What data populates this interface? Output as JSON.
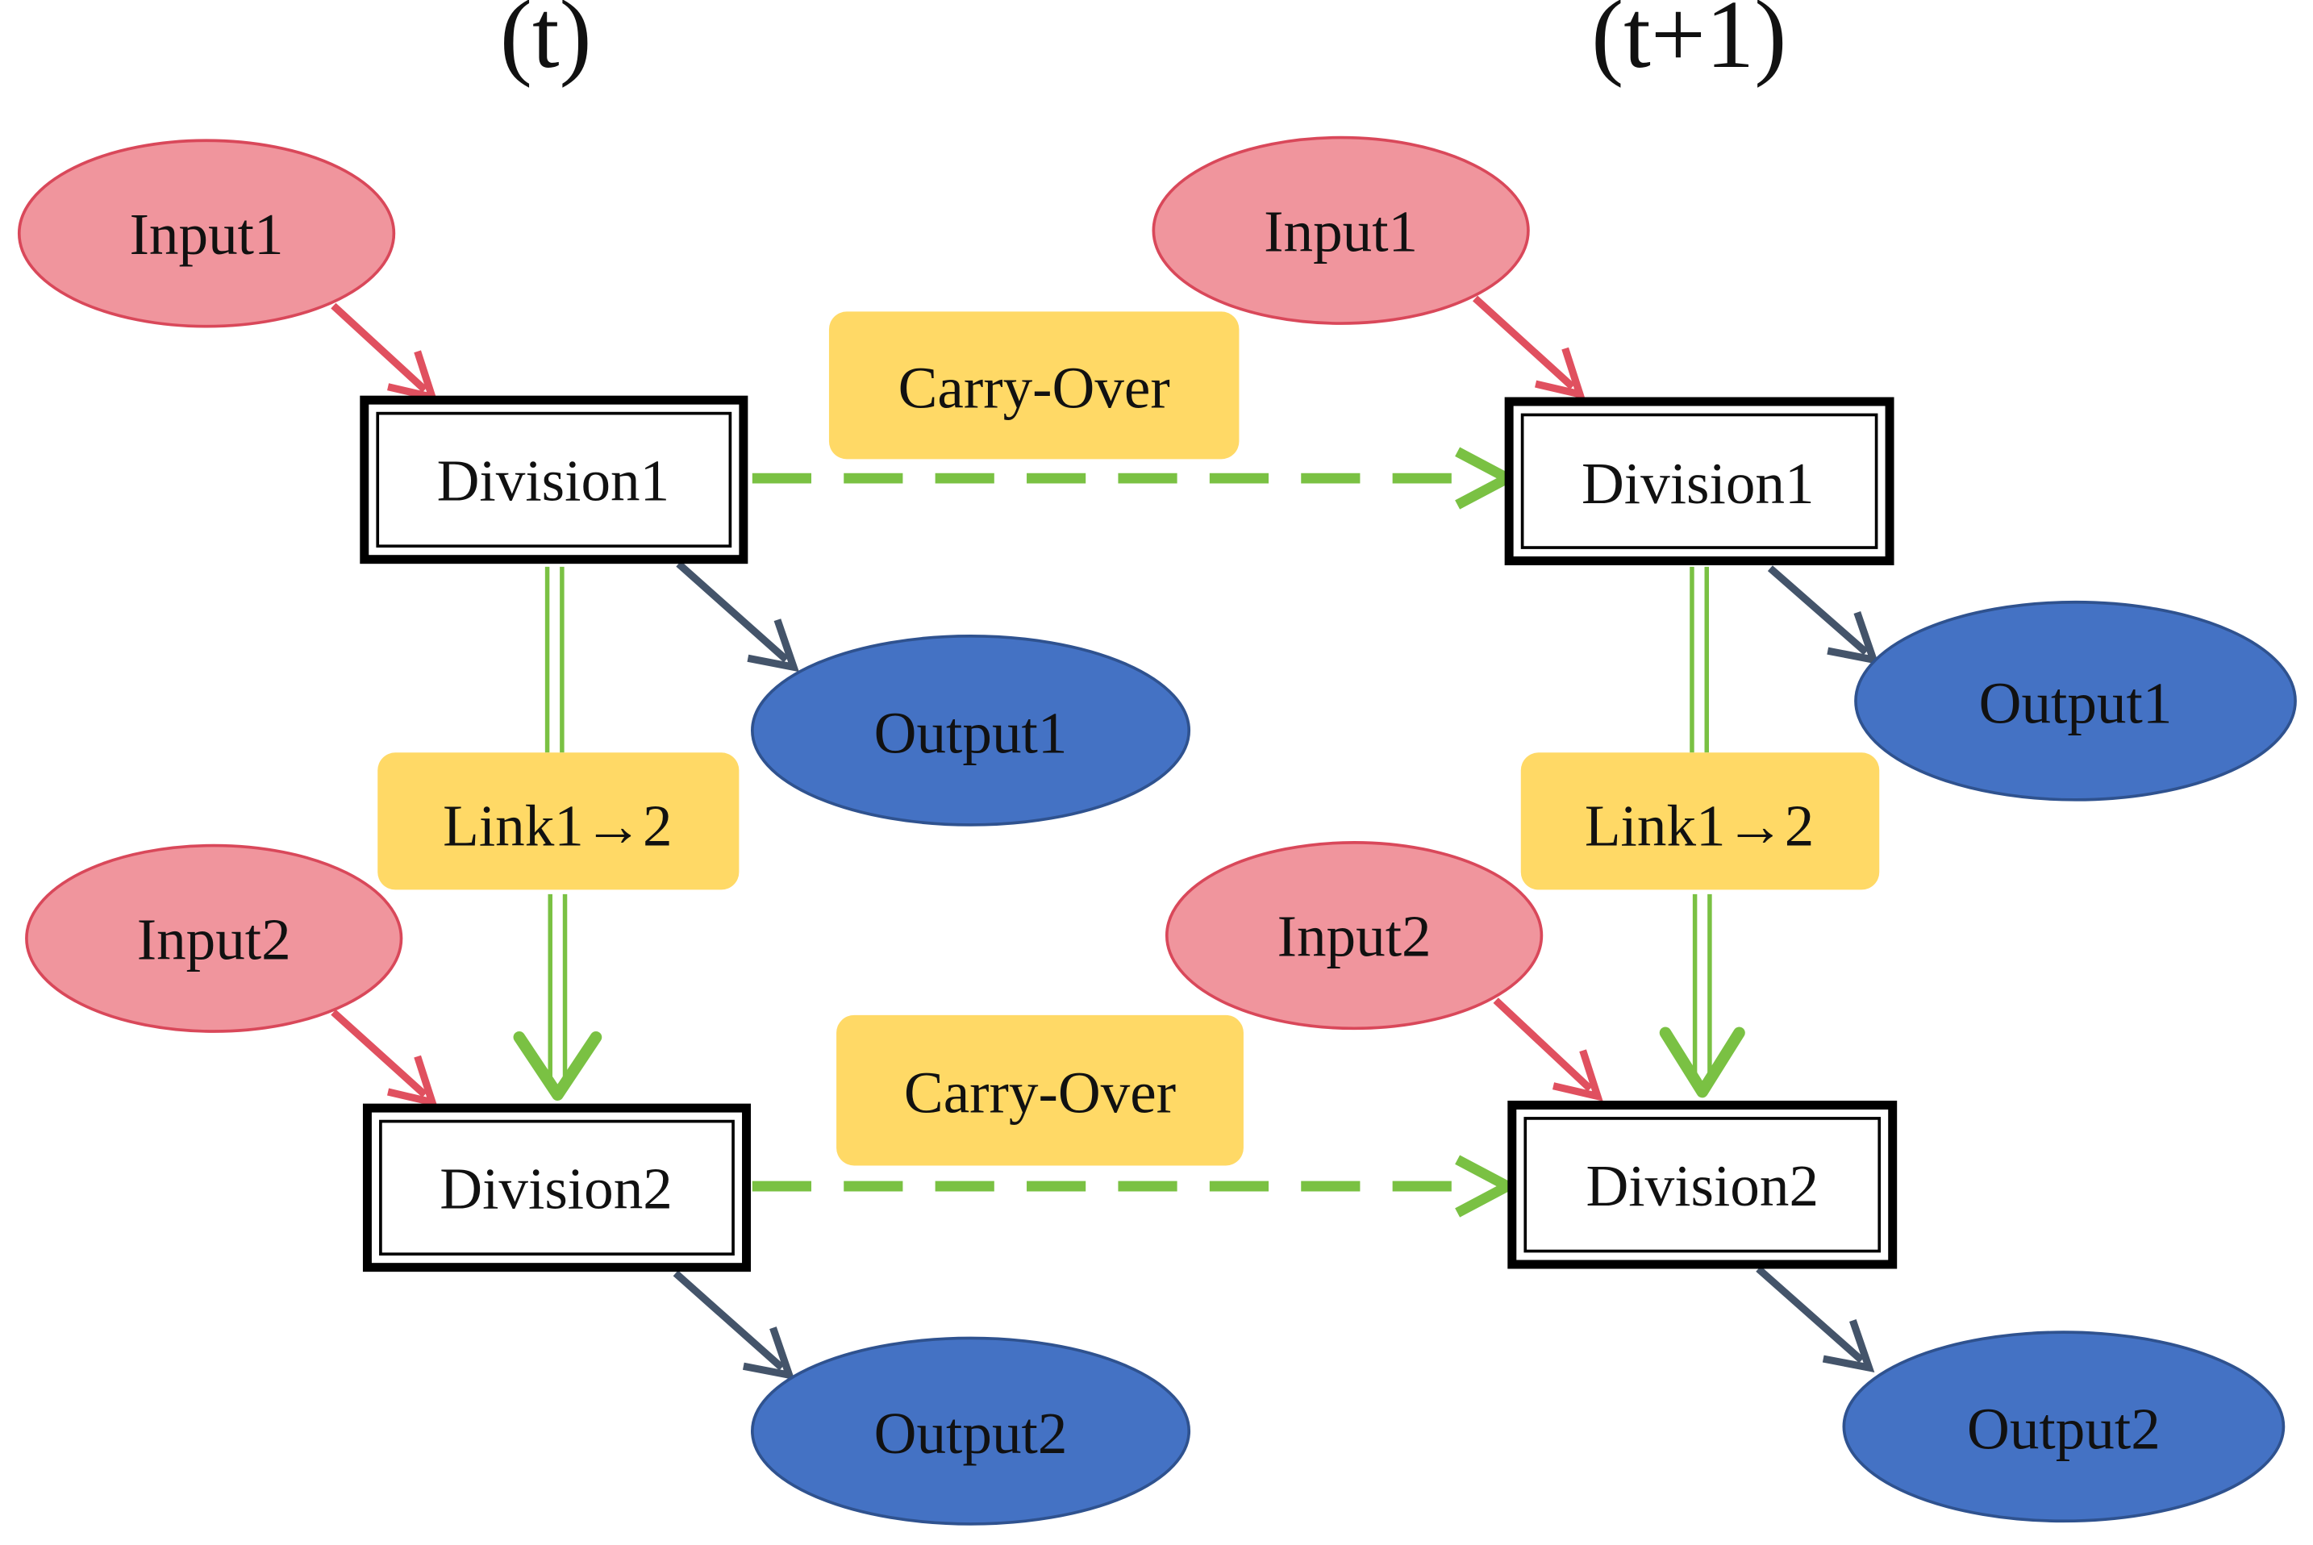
{
  "period_labels": {
    "t": "(t)",
    "t_next": "(t+1)"
  },
  "left": {
    "input1": "Input1",
    "input2": "Input2",
    "division1": "Division1",
    "division2": "Division2",
    "output1": "Output1",
    "output2": "Output2",
    "link": "Link1→2"
  },
  "right": {
    "input1": "Input1",
    "input2": "Input2",
    "division1": "Division1",
    "division2": "Division2",
    "output1": "Output1",
    "output2": "Output2",
    "link": "Link1→2"
  },
  "carry_over": {
    "top": "Carry-Over",
    "bottom": "Carry-Over"
  },
  "colors": {
    "input_fill": "#F0959D",
    "input_stroke": "#D9485A",
    "input_arrow": "#E0505F",
    "output_fill": "#4472C4",
    "output_stroke": "#2F528F",
    "output_arrow": "#44546A",
    "label_fill": "#FFD966",
    "green": "#7AC143",
    "division_stroke": "#000000"
  }
}
